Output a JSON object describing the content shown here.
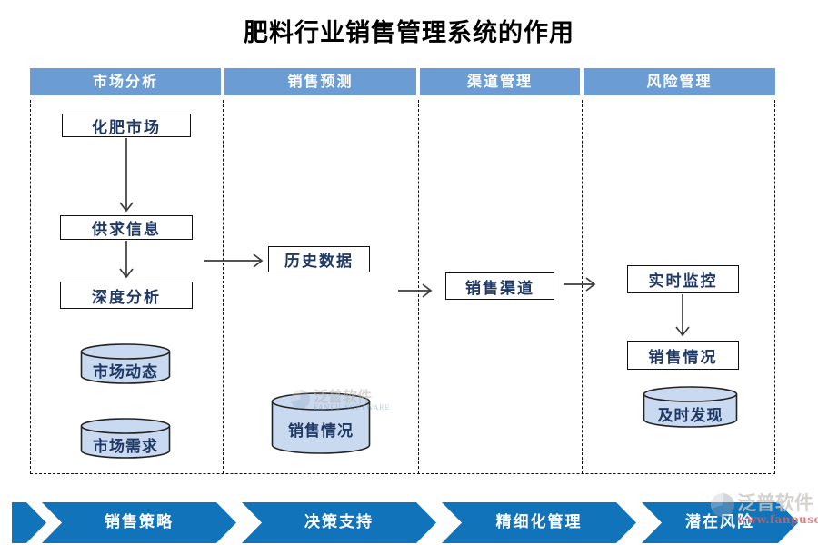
{
  "title": "肥料行业销售管理系统的作用",
  "columns": [
    {
      "header": "市场分析"
    },
    {
      "header": "销售预测"
    },
    {
      "header": "渠道管理"
    },
    {
      "header": "风险管理"
    }
  ],
  "nodes": {
    "fertilizer_market": "化肥市场",
    "supply_demand_info": "供求信息",
    "deep_analysis": "深度分析",
    "history_data": "历史数据",
    "sales_channel": "销售渠道",
    "realtime_monitor": "实时监控",
    "sales_status_box": "销售情况",
    "market_dynamics": "市场动态",
    "market_demand": "市场需求",
    "sales_status_cyl": "销售情况",
    "timely_discovery": "及时发现"
  },
  "banner": {
    "segments": [
      {
        "label": "销售策略"
      },
      {
        "label": "决策支持"
      },
      {
        "label": "精细化管理"
      },
      {
        "label": "潜在风险"
      }
    ]
  },
  "watermarks": {
    "center": {
      "name": "泛普软件",
      "sub": "FANPU SOFTWARE"
    },
    "bottom_right": {
      "name": "泛普软件",
      "url": "www.fanpusoft.com"
    }
  },
  "colors": {
    "header_blue": "#6C9CD4",
    "banner_blue": "#1173BA",
    "cylinder_fill": "#C9D9F0",
    "node_text": "#1F3864",
    "watermark_url_red": "#E06060"
  }
}
